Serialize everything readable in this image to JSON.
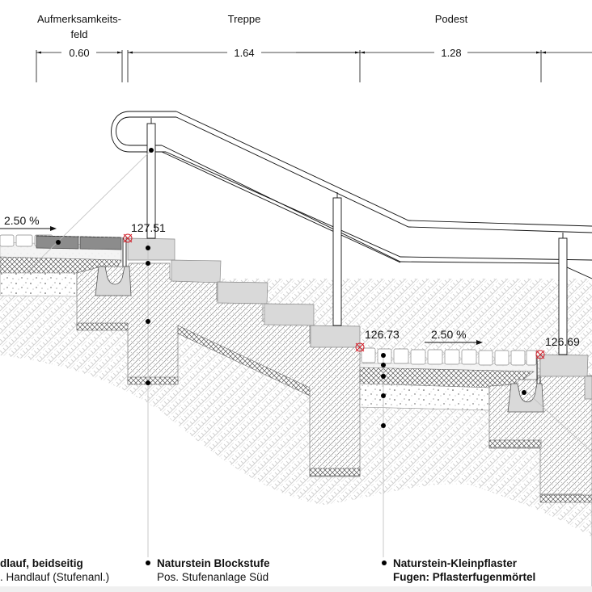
{
  "zones": [
    {
      "id": "aufmerksamkeitsfeld",
      "label_line1": "Aufmerksamkeits-",
      "label_line2": "feld",
      "dimension": "0.60"
    },
    {
      "id": "treppe",
      "label_line1": "Treppe",
      "dimension": "1.64"
    },
    {
      "id": "podest",
      "label_line1": "Podest",
      "dimension": "1.28"
    }
  ],
  "elevations": {
    "top_step": "127.51",
    "landing_start": "126.73",
    "landing_end": "126.69"
  },
  "slopes": {
    "upper": "2.50 %",
    "landing": "2.50 %"
  },
  "callouts": [
    {
      "id": "handlauf",
      "title": "dlauf, beidseitig",
      "subtitle": ". Handlauf (Stufenanl.)"
    },
    {
      "id": "blockstufe",
      "title": "Naturstein Blockstufe",
      "subtitle": "Pos. Stufenanlage Süd"
    },
    {
      "id": "kleinpflaster",
      "title": "Naturstein-Kleinpflaster",
      "subtitle": "Fugen: Pflasterfugenmörtel"
    }
  ],
  "colors": {
    "line": "#111111",
    "stone_fill": "#d9d9d9",
    "dark_stone": "#8c8c8c",
    "marker_red": "#d0202a",
    "soil": "#cfcfcf"
  }
}
